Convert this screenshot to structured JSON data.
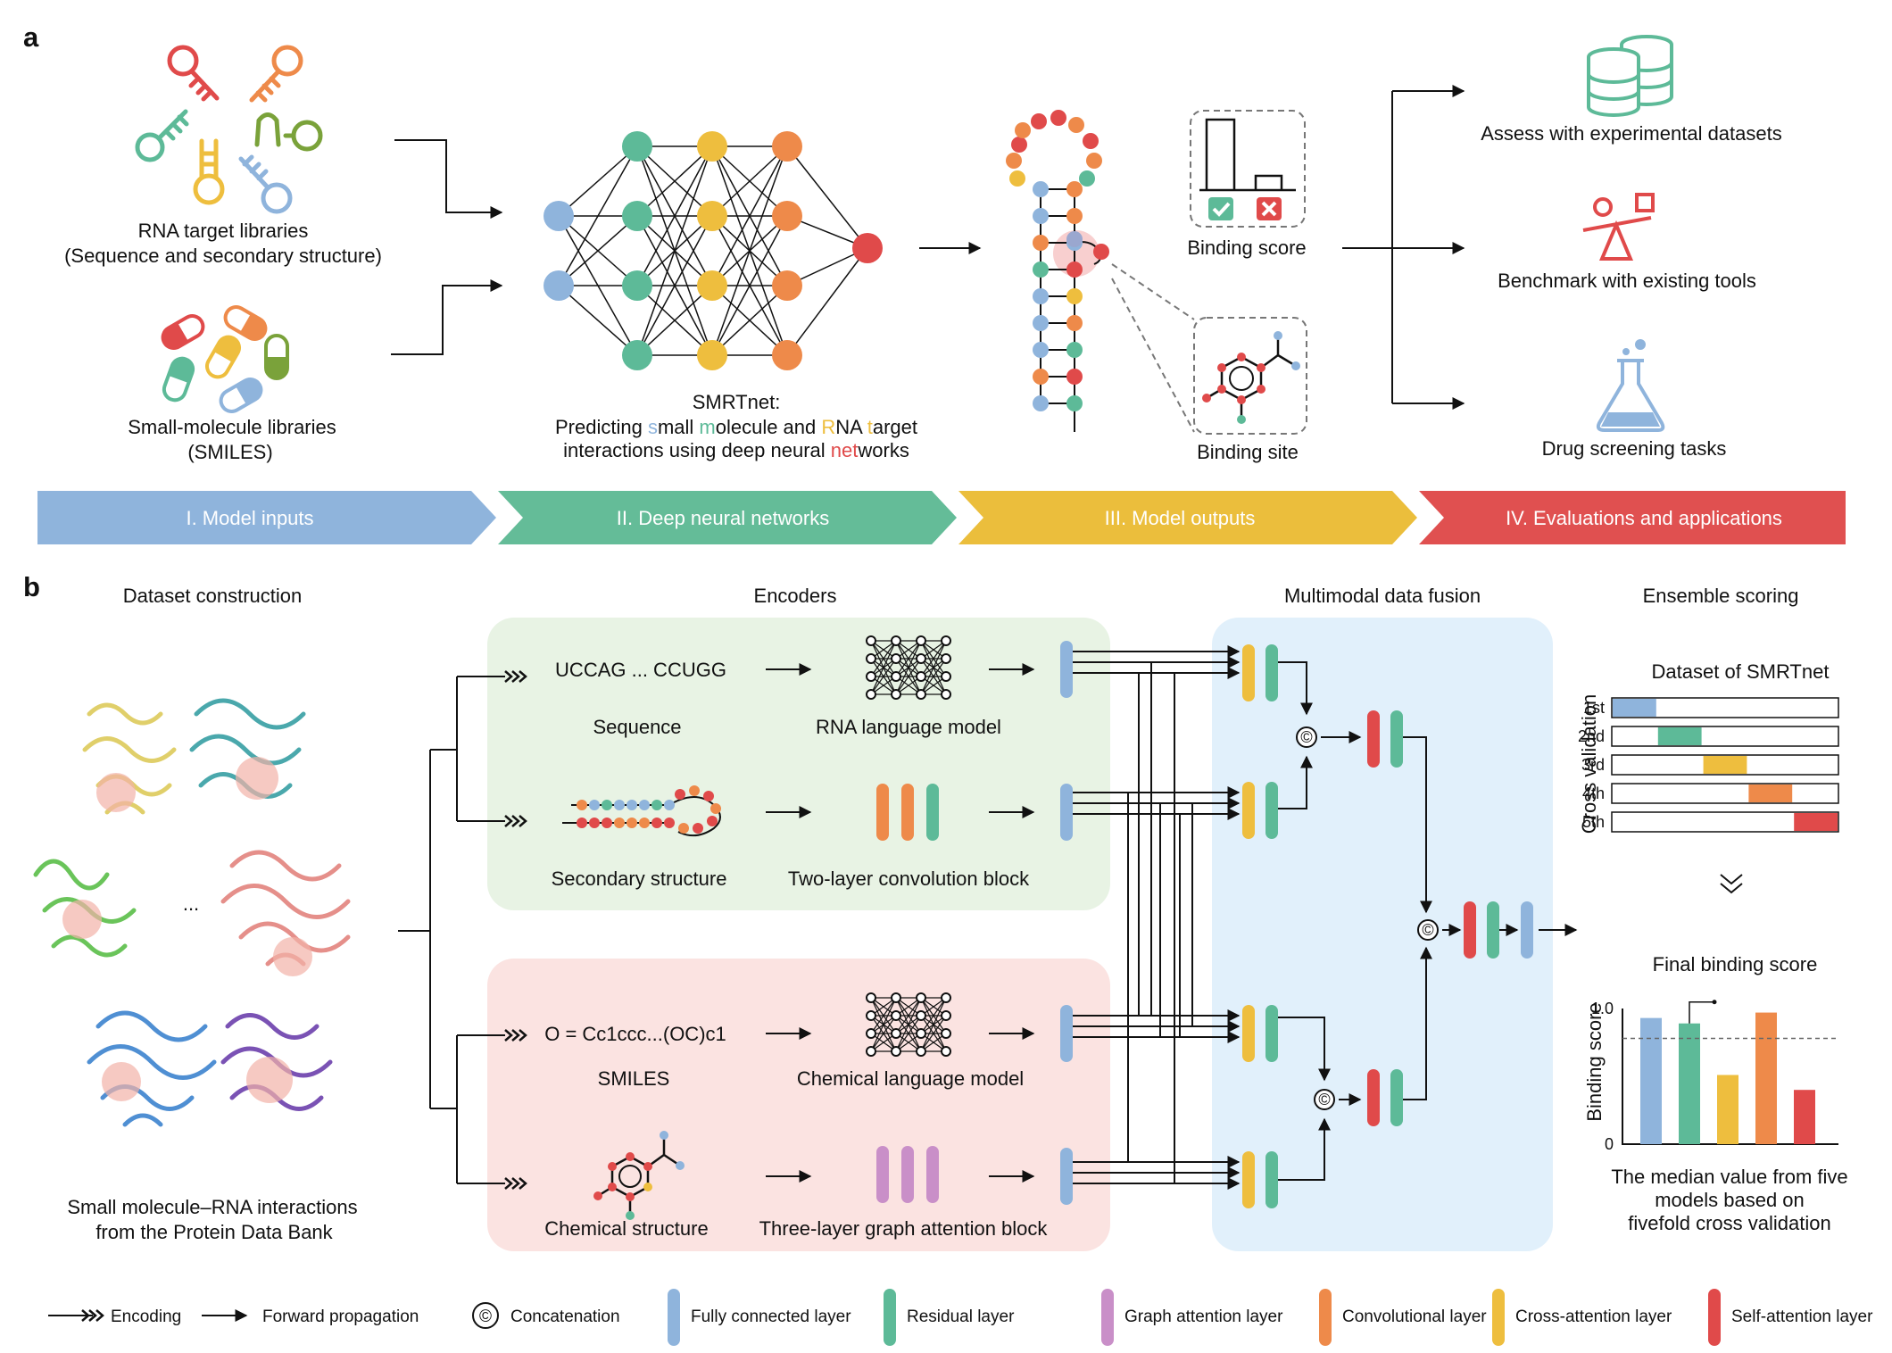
{
  "panel_labels": {
    "a": "a",
    "b": "b"
  },
  "colors": {
    "blue": "#8fb4dc",
    "green": "#5dba98",
    "purple": "#c98fc8",
    "orange": "#ee8a4a",
    "yellow": "#eebe3e",
    "red": "#e04a4a",
    "band1": "#8fb4dc",
    "band2": "#64bc98",
    "band3": "#ebbe3c",
    "band4": "#e05050",
    "enc_green_bg": "#e8f3e4",
    "enc_red_bg": "#fbe3e1",
    "fusion_bg": "#e1f0fb"
  },
  "a": {
    "rna_libraries": [
      "RNA target libraries",
      "(Sequence and secondary structure)"
    ],
    "small_molecule_libraries": [
      "Small-molecule libraries",
      "(SMILES)"
    ],
    "smrtnet_title": "SMRTnet:",
    "smrtnet_line2": {
      "p1": "Predicting ",
      "s": "s",
      "p2": "mall ",
      "m": "m",
      "p3": "olecule and ",
      "r": "R",
      "p4": "NA ",
      "t": "t",
      "p5": "arget"
    },
    "smrtnet_line3": {
      "p1": "interactions using deep neural ",
      "net": "net",
      "p2": "works"
    },
    "binding_score": "Binding score",
    "binding_site": "Binding site",
    "applications": [
      "Assess with experimental datasets",
      "Benchmark with existing tools",
      "Drug screening tasks"
    ],
    "bands": [
      "I. Model inputs",
      "II. Deep neural networks",
      "III. Model outputs",
      "IV. Evaluations and applications"
    ]
  },
  "b": {
    "dataset_construction": "Dataset construction",
    "ellipsis": "...",
    "pdb_caption": [
      "Small molecule–RNA interactions",
      "from the Protein Data Bank"
    ],
    "encoders": "Encoders",
    "multimodal": "Multimodal data fusion",
    "ensemble": "Ensemble scoring",
    "sequence_text": "UCCAG ... CCUGG",
    "sequence": "Sequence",
    "rna_lm": "RNA language model",
    "secondary_structure": "Secondary structure",
    "two_layer_conv": "Two-layer convolution block",
    "smiles_text": "O = Cc1ccc...(OC)c1",
    "smiles": "SMILES",
    "chem_lm": "Chemical language model",
    "chemical_structure": "Chemical structure",
    "three_layer_gat": "Three-layer graph attention block",
    "concat_symbol": "©",
    "dataset_of_smrtnet": "Dataset of SMRTnet",
    "cross_validation": "Cross validation",
    "folds": [
      "1st",
      "2nd",
      "3rd",
      "4th",
      "5th"
    ],
    "final_binding_score": "Final binding score",
    "binding_score_axis": "Binding score",
    "final_caption": [
      "The median value from five",
      "models based on",
      "fivefold cross validation"
    ]
  },
  "chart_data": {
    "type": "bar",
    "title": "Final binding score",
    "ylabel": "Binding score",
    "ylim": [
      0,
      1.0
    ],
    "ytick_labels": [
      "0",
      "1.0"
    ],
    "values": [
      0.93,
      0.89,
      0.51,
      0.97,
      0.4
    ],
    "threshold": 0.78,
    "highlighted_index": 1
  },
  "legend": [
    {
      "type": "encoding",
      "label": "Encoding"
    },
    {
      "type": "forward",
      "label": "Forward propagation"
    },
    {
      "type": "concat",
      "label": "Concatenation"
    },
    {
      "type": "bar",
      "color": "#8fb4dc",
      "label": "Fully connected layer"
    },
    {
      "type": "bar",
      "color": "#5dba98",
      "label": "Residual layer"
    },
    {
      "type": "bar",
      "color": "#c98fc8",
      "label": "Graph attention layer"
    },
    {
      "type": "bar",
      "color": "#ee8a4a",
      "label": "Convolutional layer"
    },
    {
      "type": "bar",
      "color": "#eebe3e",
      "label": "Cross-attention layer"
    },
    {
      "type": "bar",
      "color": "#e04a4a",
      "label": "Self-attention layer"
    }
  ]
}
